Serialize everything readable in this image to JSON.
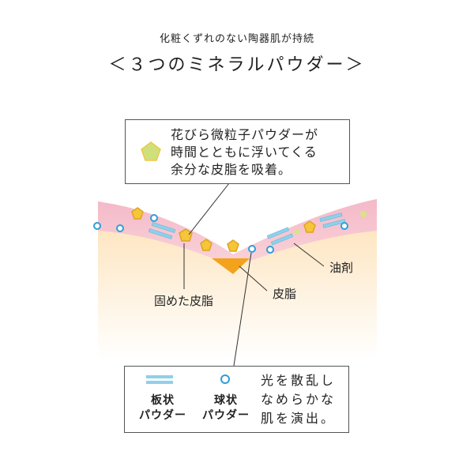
{
  "header": {
    "subtitle": "化粧くずれのない陶器肌が持続",
    "title": "＜３つのミネラルパウダー＞"
  },
  "callout_top": {
    "line1": "花びら微粒子パウダーが",
    "line2": "時間とともに浮いてくる",
    "line3": "余分な皮脂を吸着。"
  },
  "labels": {
    "hardened_sebum": "固めた皮脂",
    "sebum": "皮脂",
    "oil": "油剤"
  },
  "legend": {
    "plate_line1": "板状",
    "plate_line2": "パウダー",
    "sphere_line1": "球状",
    "sphere_line2": "パウダー",
    "note_line1": "光を散乱し",
    "note_line2": "なめらかな",
    "note_line3": "肌を演出。"
  },
  "colors": {
    "skin_base": "#fde3ba",
    "pink_layer": "#f6c3cf",
    "sebum": "#f2a31b",
    "petal_fill": "#f5c63a",
    "petal_stroke": "#e0a41e",
    "petal_legend": "#cfe07a",
    "plate": "#8fd0ea",
    "sphere_stroke": "#2e9fd8",
    "small_dot": "#d9e384"
  },
  "icons": {
    "petal_powder": "pentagon-icon",
    "plate_powder": "bar-icon",
    "sphere_powder": "circle-icon"
  }
}
